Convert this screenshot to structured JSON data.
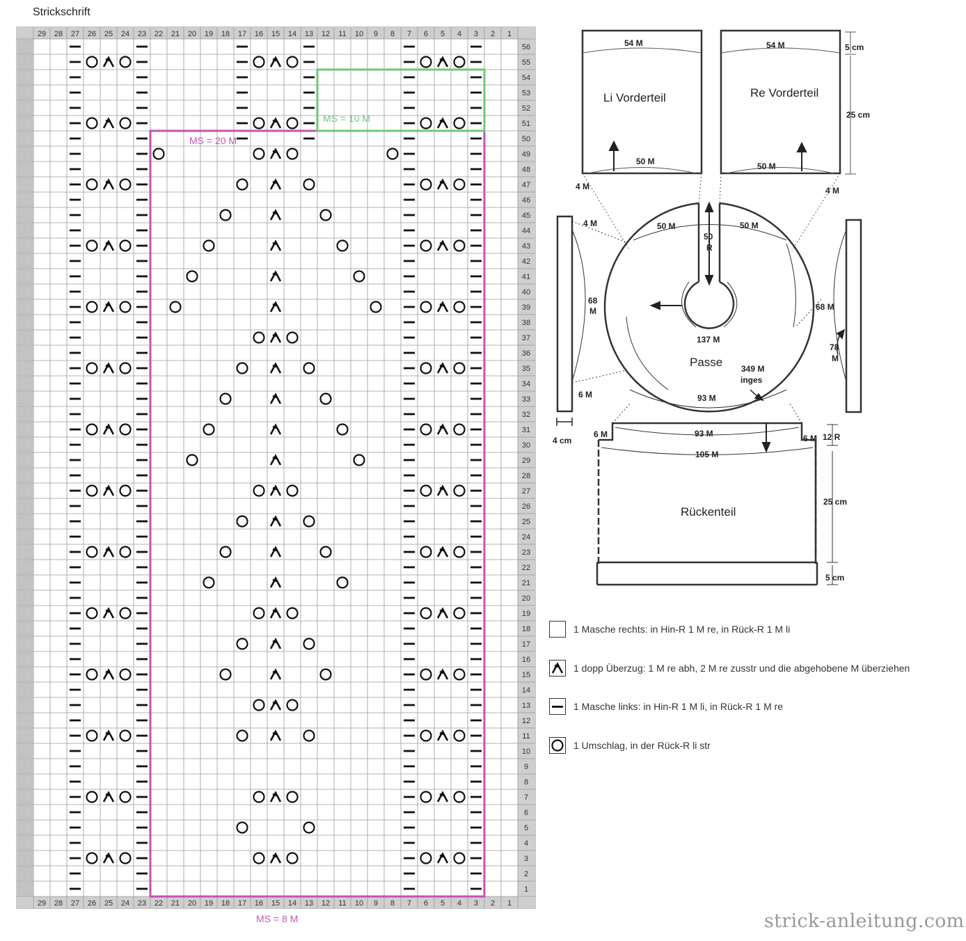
{
  "chart": {
    "title": "Strickschrift",
    "stitches": 29,
    "rows": 56,
    "ms_marks": [
      {
        "label": "MS = 20 M",
        "color": "#c653b4"
      },
      {
        "label": "MS = 10 M",
        "color": "#70c77a"
      },
      {
        "label": "MS = 8 M",
        "color": "#c653b4"
      }
    ]
  },
  "schematic": {
    "pieces": {
      "left_front": "Li  Vorderteil",
      "right_front": "Re Vorderteil",
      "yoke": "Passe",
      "back": "Rückenteil"
    },
    "measurements": [
      "54 M",
      "54 M",
      "5 cm",
      "25 cm",
      "50 M",
      "50 M",
      "4 M",
      "4 M",
      "4 M",
      "50 M",
      "50",
      "R",
      "50 M",
      "68",
      "M",
      "68 M",
      "137 M",
      "78",
      "M",
      "349 M",
      "inges",
      "6 M",
      "93 M",
      "4 cm",
      "6 M",
      "93 M",
      "6 M",
      "12 R",
      "105 M",
      "25 cm",
      "5 cm"
    ]
  },
  "legend": [
    {
      "icon": "knit-box-icon",
      "text": "1 Masche rechts: in Hin-R 1 M re, in Rück-R 1 M li"
    },
    {
      "icon": "double-decrease-icon",
      "text": "1 dopp Überzug: 1 M re abh, 2 M re zusstr und die abgehobene M überziehen"
    },
    {
      "icon": "purl-dash-icon",
      "text": "1 Masche links: in Hin-R 1 M li, in Rück-R 1 M re"
    },
    {
      "icon": "yarn-over-icon",
      "text": "1 Umschlag, in der Rück-R li str"
    }
  ],
  "watermark": "strick-anleitung.com"
}
